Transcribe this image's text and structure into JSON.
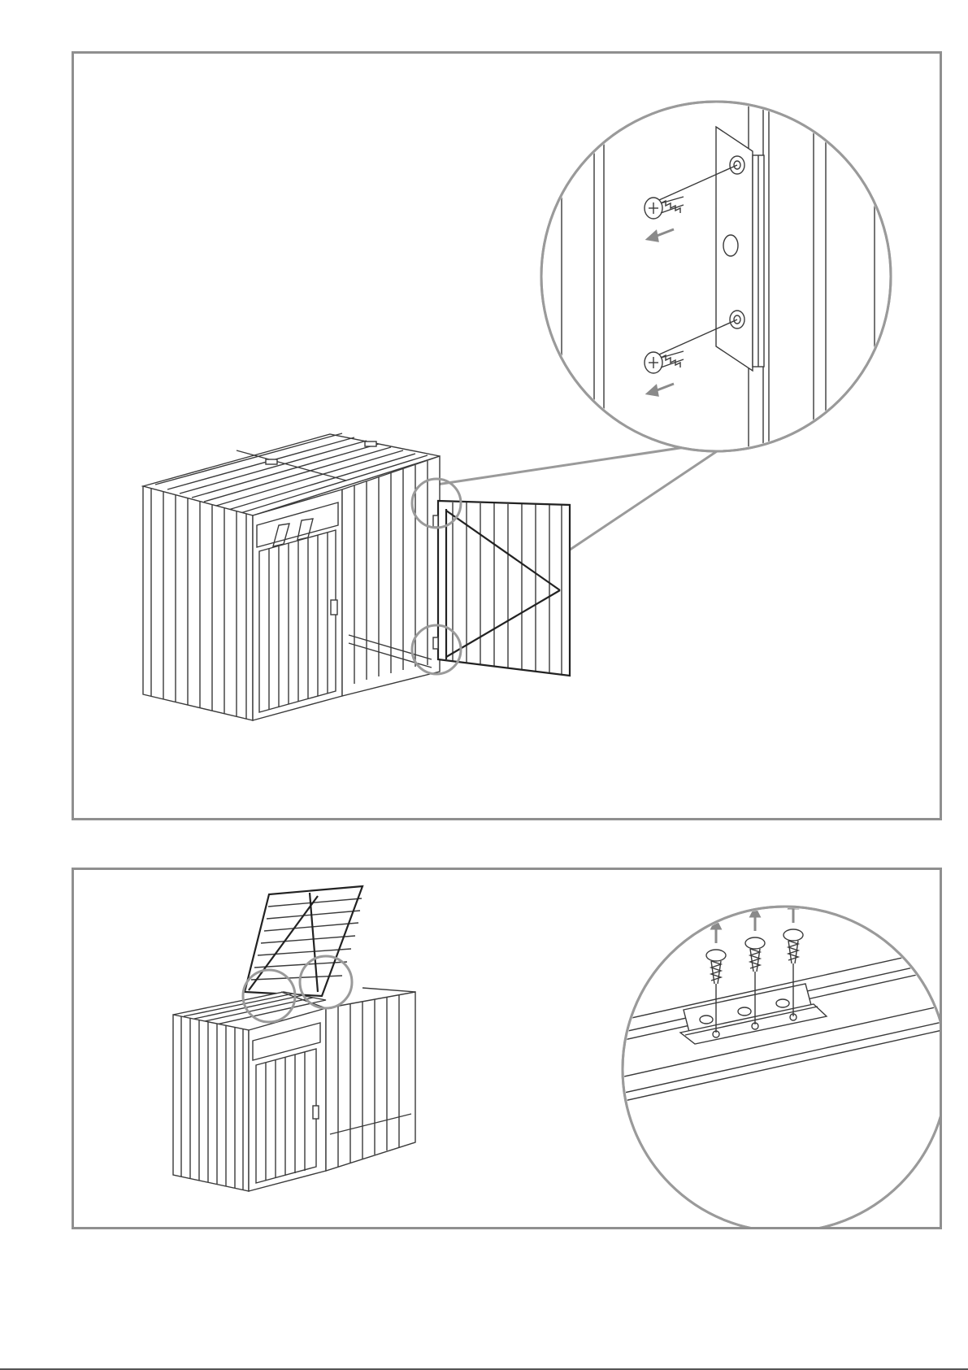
{
  "page": {
    "panels": [
      {
        "id": "step-door-hinge-removal",
        "callouts": 2,
        "screws": 2
      },
      {
        "id": "step-lid-hinge-removal",
        "callouts": 2,
        "screws": 3
      }
    ]
  },
  "colors": {
    "frame": "#8f8f8f",
    "callout": "#9a9a9a",
    "line": "#3a3a3a",
    "arrow": "#8a8a8a"
  },
  "icons": [
    "screw-icon",
    "removal-arrow-icon",
    "hinge-icon",
    "magnifier-callout-icon"
  ]
}
